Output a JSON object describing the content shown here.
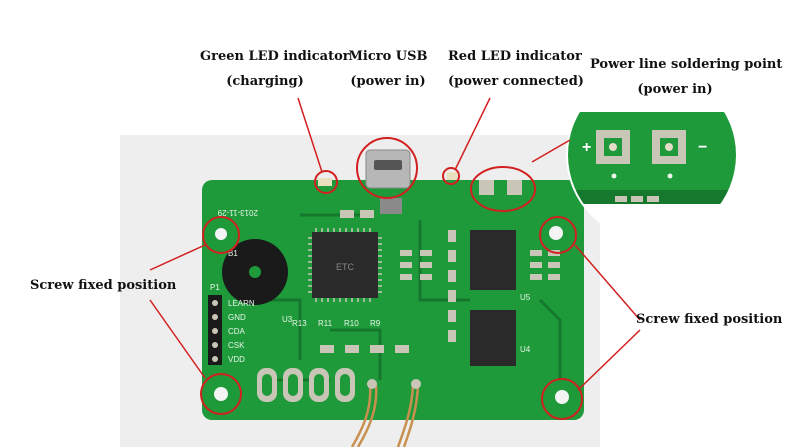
{
  "callouts": {
    "green_led": {
      "line1": "Green LED indicator",
      "line2": "(charging)"
    },
    "micro_usb": {
      "line1": "Micro USB",
      "line2": "(power in)"
    },
    "red_led": {
      "line1": "Red LED indicator",
      "line2": "(power connected)"
    },
    "power_solder": {
      "line1": "Power line soldering point",
      "line2": "(power in)"
    },
    "screw_left": {
      "line1": "Screw fixed position"
    },
    "screw_right": {
      "line1": "Screw fixed position"
    }
  },
  "board_labels": {
    "date": "2013-11-29",
    "plus": "+",
    "minus": "−",
    "u3": "U3",
    "u5": "U5",
    "u4": "U4",
    "p1": "P1",
    "b1": "B1",
    "pins": [
      "LEARN",
      "GND",
      "CDA",
      "CSK",
      "VDD"
    ],
    "resistors": [
      "R13",
      "R11",
      "R10",
      "R9"
    ],
    "chip_text": "ETC"
  },
  "colors": {
    "pcb": "#1e9a3a",
    "pcb_dark": "#16782c",
    "callout_circle": "#d21f1f",
    "pad": "#c9c6b8",
    "chip": "#2a2a2a"
  }
}
